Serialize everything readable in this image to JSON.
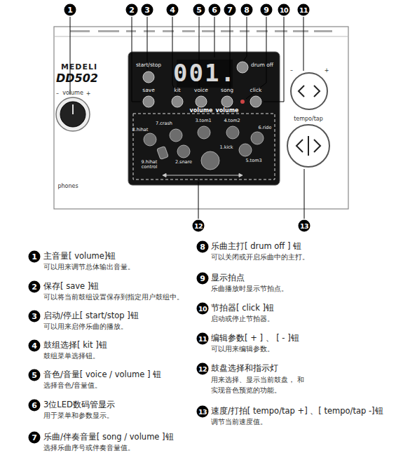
{
  "diagram": {
    "labels": [
      "1",
      "2",
      "3",
      "4",
      "5",
      "6",
      "7",
      "8",
      "9",
      "10",
      "11",
      "12",
      "13",
      "MEDELI",
      "DD502",
      "volume",
      "–",
      "+",
      "phones",
      "start/stop",
      "save",
      "kit",
      "voice",
      "volume",
      "song",
      "volume",
      "drum off",
      "click",
      "001.",
      "7.crash",
      "3.tom1",
      "4.tom2",
      "6.ride",
      "8.hihat",
      "9.hihat control",
      "2.snare",
      "1.kick",
      "5.tom3",
      "–",
      "+",
      "tempo/tap",
      "1",
      "主音量[ volume]钮",
      "可以用来调节总体输出音量。",
      "2",
      "保存[ save ]钮",
      "可以将当前鼓组设置保存到指定用户鼓组中。",
      "3",
      "启动/停止[ start/stop ]钮",
      "可以用来启停乐曲的播放。",
      "4",
      "鼓组选择[ kit ]钮",
      "鼓组菜单选择钮。",
      "5",
      "音色/音量[ voice / volume ] 钮",
      "选择音色/音量值。",
      "6",
      "3位LED数码管显示",
      "用于菜单和参数显示。",
      "7",
      "乐曲/伴奏音量[ song / volume ]钮",
      "选择乐曲序号或伴奏音量值。",
      "8",
      "乐曲主打[ drum off ] 钮",
      "可以关闭或开启乐曲中的主打。",
      "9",
      "显示拍点",
      "乐曲播放时显示节拍点。",
      "10",
      "节拍器[ click ]钮",
      "启动或停止节拍器。",
      "11",
      "编辑参数[ + ] 、 [ - ]钮",
      "可以用来编辑参数。",
      "12",
      "鼓盘选择和指示灯",
      "用来选择、显示当前鼓盘， 和实现音色预览的功能。",
      "13",
      "速度/打拍[ tempo/tap +] 、[ tempo/tap -]钮",
      "调节当前速度值。"
    ]
  }
}
